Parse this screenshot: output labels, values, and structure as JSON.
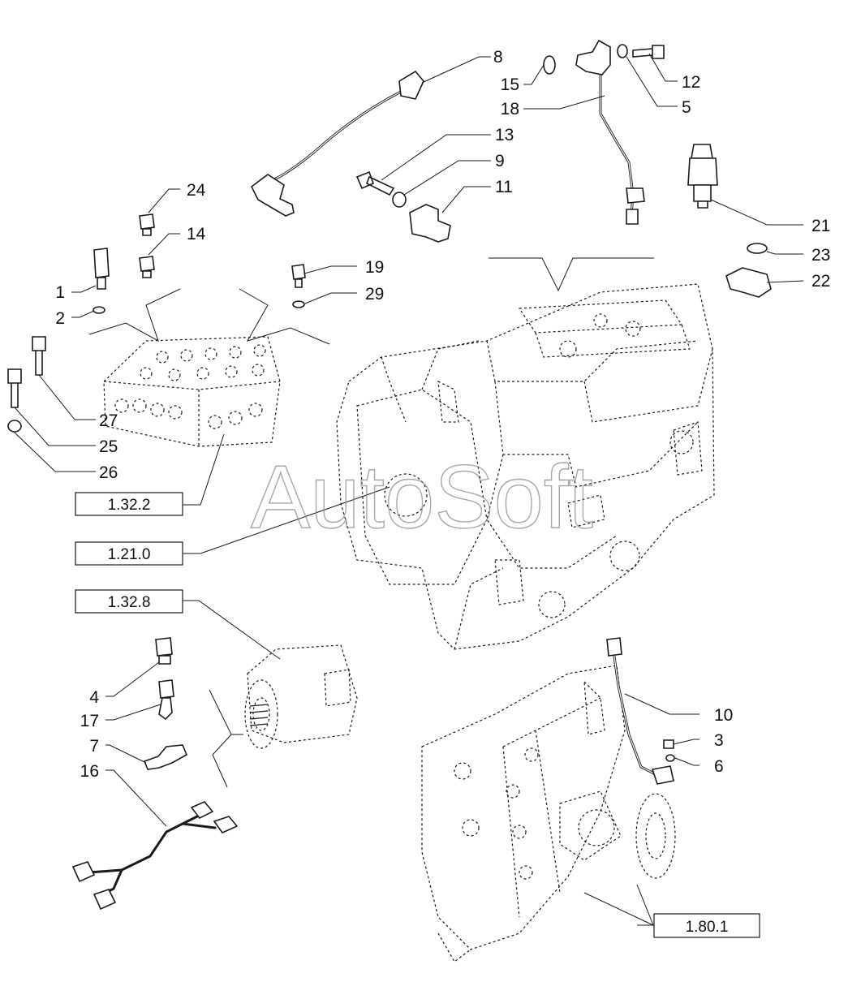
{
  "watermark": "AutoSoft",
  "callouts": [
    {
      "id": "c8",
      "label": "8"
    },
    {
      "id": "c15",
      "label": "15"
    },
    {
      "id": "c18",
      "label": "18"
    },
    {
      "id": "c12",
      "label": "12"
    },
    {
      "id": "c5",
      "label": "5"
    },
    {
      "id": "c13",
      "label": "13"
    },
    {
      "id": "c9",
      "label": "9"
    },
    {
      "id": "c11",
      "label": "11"
    },
    {
      "id": "c24",
      "label": "24"
    },
    {
      "id": "c14",
      "label": "14"
    },
    {
      "id": "c21",
      "label": "21"
    },
    {
      "id": "c23",
      "label": "23"
    },
    {
      "id": "c22",
      "label": "22"
    },
    {
      "id": "c19",
      "label": "19"
    },
    {
      "id": "c29",
      "label": "29"
    },
    {
      "id": "c1",
      "label": "1"
    },
    {
      "id": "c2",
      "label": "2"
    },
    {
      "id": "c27",
      "label": "27"
    },
    {
      "id": "c25",
      "label": "25"
    },
    {
      "id": "c26",
      "label": "26"
    },
    {
      "id": "c4",
      "label": "4"
    },
    {
      "id": "c17",
      "label": "17"
    },
    {
      "id": "c7",
      "label": "7"
    },
    {
      "id": "c16",
      "label": "16"
    },
    {
      "id": "c10",
      "label": "10"
    },
    {
      "id": "c3",
      "label": "3"
    },
    {
      "id": "c6",
      "label": "6"
    }
  ],
  "references": [
    {
      "id": "r1322",
      "label": "1.32.2"
    },
    {
      "id": "r1210",
      "label": "1.21.0"
    },
    {
      "id": "r1328",
      "label": "1.32.8"
    },
    {
      "id": "r1801",
      "label": "1.80.1"
    }
  ]
}
